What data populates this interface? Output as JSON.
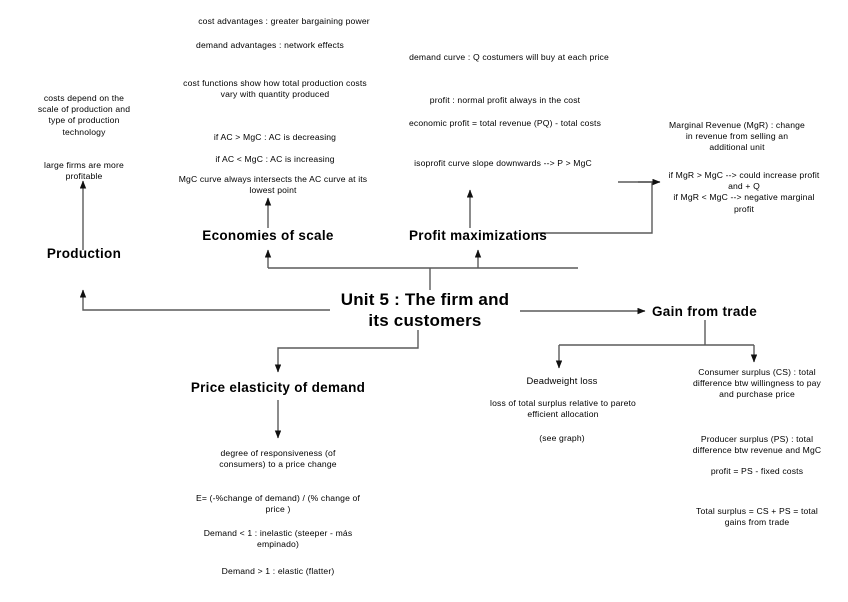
{
  "diagram": {
    "title": "Unit 5 : The firm and its customers",
    "type": "mind-map",
    "center": {
      "label": "Unit 5 : The firm and\nits customers"
    },
    "branches": {
      "production": {
        "heading": "Production",
        "notes": [
          "costs depend on the\nscale of production and\ntype of production\ntechnology",
          "large firms are more\nprofitable"
        ]
      },
      "economies_of_scale": {
        "heading": "Economies of scale",
        "notes": [
          "cost advantages : greater bargaining power",
          "demand advantages : network effects",
          "cost functions show how total production costs\nvary with quantity produced",
          "if AC > MgC : AC is decreasing",
          "if AC < MgC : AC is increasing",
          "MgC curve always intersects the AC curve at its\nlowest point"
        ]
      },
      "profit_maximizations": {
        "heading": "Profit maximizations",
        "notes": [
          "demand curve : Q costumers will buy at each price",
          "profit : normal profit always in the cost",
          "economic profit = total revenue (PQ) - total costs",
          "isoprofit curve slope downwards --> P > MgC"
        ],
        "side_notes": [
          "Marginal Revenue (MgR) : change\nin revenue from selling an\nadditional unit",
          "if MgR > MgC --> could increase profit\nand + Q\nif MgR < MgC --> negative marginal\nprofit"
        ]
      },
      "price_elasticity_of_demand": {
        "heading": "Price elasticity of demand",
        "notes": [
          "degree of responsiveness (of\nconsumers) to a price change",
          "E= (-%change of demand) / (% change of\nprice )",
          "Demand < 1 : inelastic (steeper - más\nempinado)",
          "Demand > 1 : elastic (flatter)"
        ]
      },
      "gain_from_trade": {
        "heading": "Gain from trade",
        "deadweight": {
          "label": "Deadweight loss",
          "notes": [
            "loss of total surplus relative to pareto\nefficient allocation",
            "(see graph)"
          ]
        },
        "surplus": {
          "notes": [
            "Consumer surplus (CS) : total\ndifference btw willingness to pay\nand purchase price",
            "Producer surplus (PS) : total\ndifference btw revenue and MgC",
            "profit = PS - fixed costs",
            "Total surplus = CS + PS = total\ngains from trade"
          ]
        }
      }
    },
    "colors": {
      "text": "#000000",
      "connector": "#5a5a5a",
      "background": "#ffffff"
    }
  }
}
